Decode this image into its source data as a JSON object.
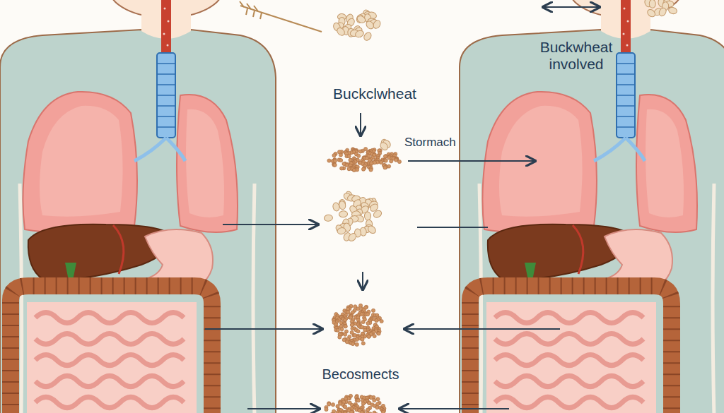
{
  "diagram": {
    "labels": [
      "Buckwheat involved",
      "Buckclwheat",
      "Stormach",
      "Becosmects"
    ]
  }
}
